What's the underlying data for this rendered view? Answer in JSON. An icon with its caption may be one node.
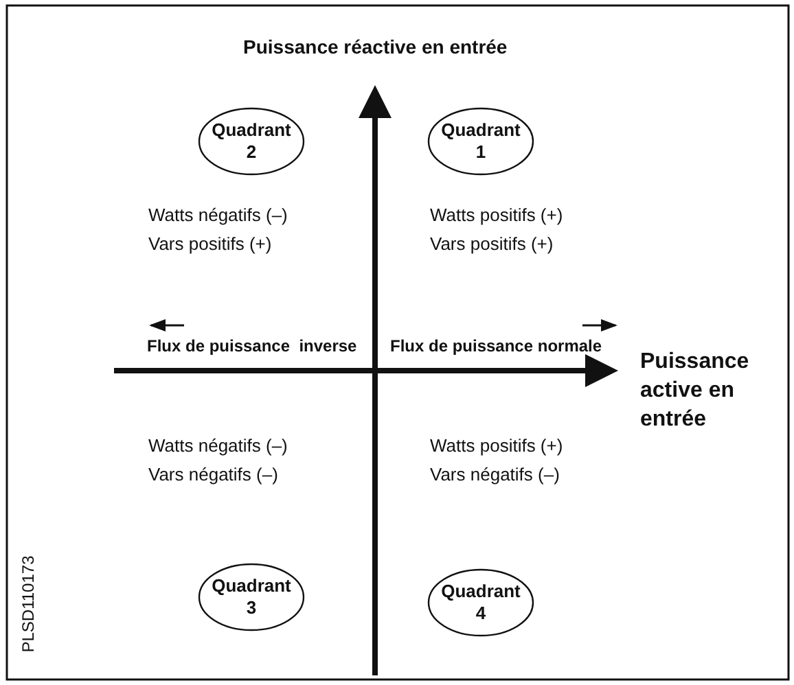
{
  "diagram": {
    "nodes": [
      {
        "text": [
          "Quadrant 2"
        ]
      },
      {
        "text": [
          "Quadrant 1"
        ]
      },
      {
        "text": [
          "Quadrant 3"
        ]
      },
      {
        "text": [
          "Quadrant 4"
        ]
      }
    ],
    "edges": [],
    "labels": [
      "Puissance réactive en entrée",
      "Watts négatifs (–)",
      "Vars positifs (+)",
      "Watts positifs (+)",
      "Vars positifs (+)",
      "Flux de puissance  inverse",
      "Flux de puissance normale",
      "Puissance active en entrée",
      "Watts négatifs (–)",
      "Vars négatifs (–)",
      "Watts positifs (+)",
      "Vars négatifs (–)",
      "PLSD110173"
    ]
  }
}
